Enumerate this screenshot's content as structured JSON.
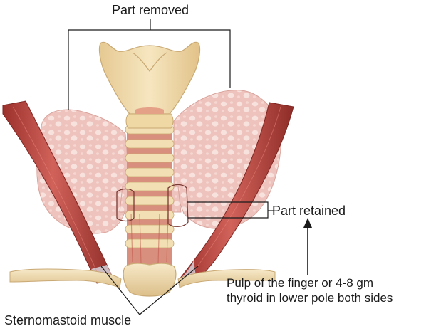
{
  "labels": {
    "part_removed": "Part removed",
    "part_retained": "Part retained",
    "pulp_line1": "Pulp of the finger or 4-8 gm",
    "pulp_line2": "thyroid in lower pole both sides",
    "sternomastoid": "Sternomastoid muscle"
  },
  "colors": {
    "thyroid": "#efc3bd",
    "thyroid_dots": "#f8e2de",
    "cartilage": "#f1ddb0",
    "cartilage_edge": "#c9a974",
    "muscle": "#c8534a",
    "muscle_dark": "#8f2c27",
    "trachea_ring": "#f2e0b4",
    "trachea_gap": "#d98f7d",
    "line": "#1a1a1a"
  }
}
